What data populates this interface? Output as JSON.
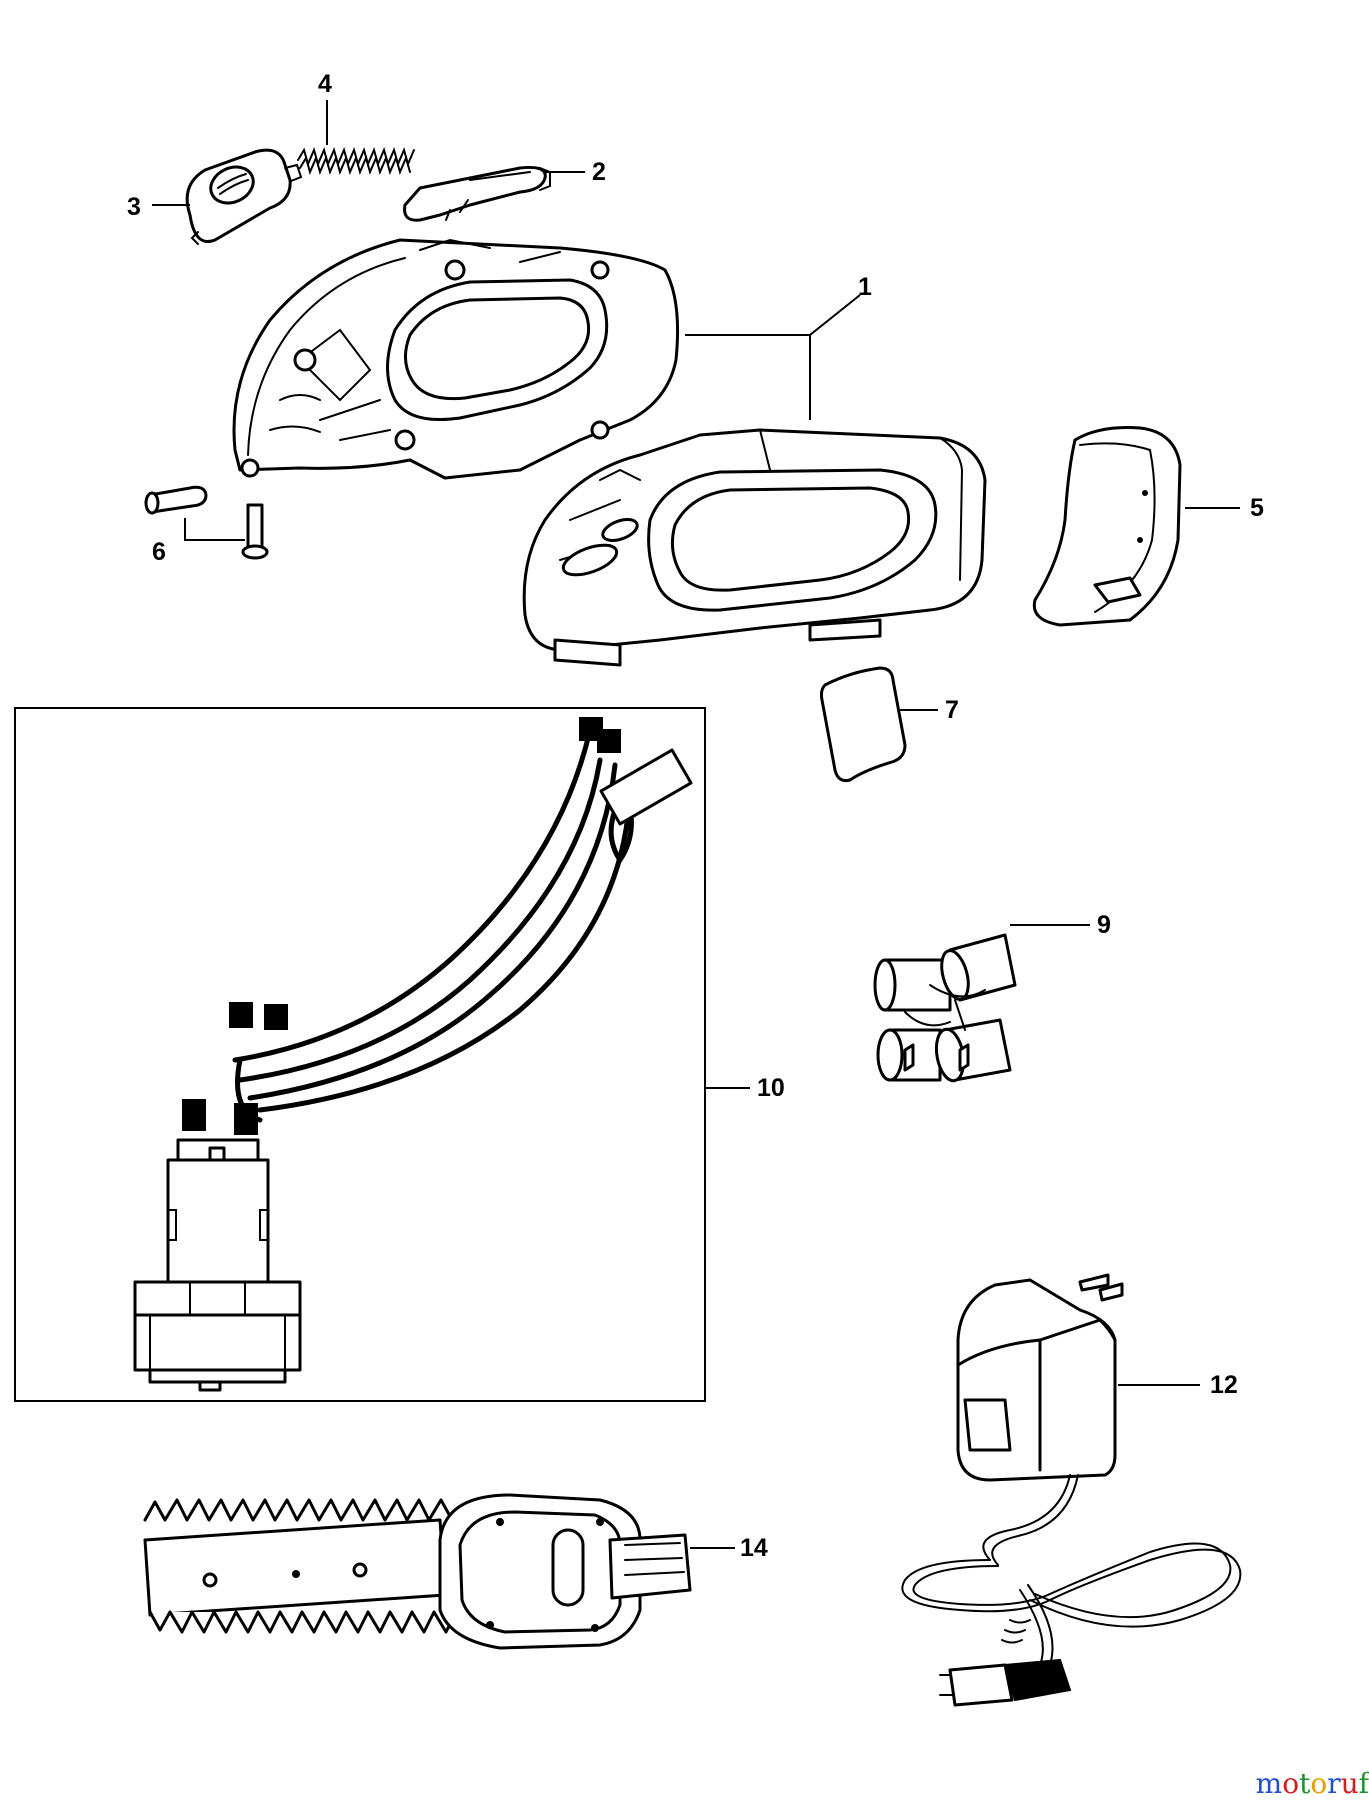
{
  "callouts": {
    "c1": "1",
    "c2": "2",
    "c3": "3",
    "c4": "4",
    "c5": "5",
    "c6": "6",
    "c7": "7",
    "c9": "9",
    "c10": "10",
    "c12": "12",
    "c14": "14"
  },
  "watermark": {
    "text": "motoruf",
    "colors": [
      "#1f4fd1",
      "#d12020",
      "#1f8f2f",
      "#e0a000",
      "#1f4fd1",
      "#d12020",
      "#1f8f2f"
    ]
  }
}
